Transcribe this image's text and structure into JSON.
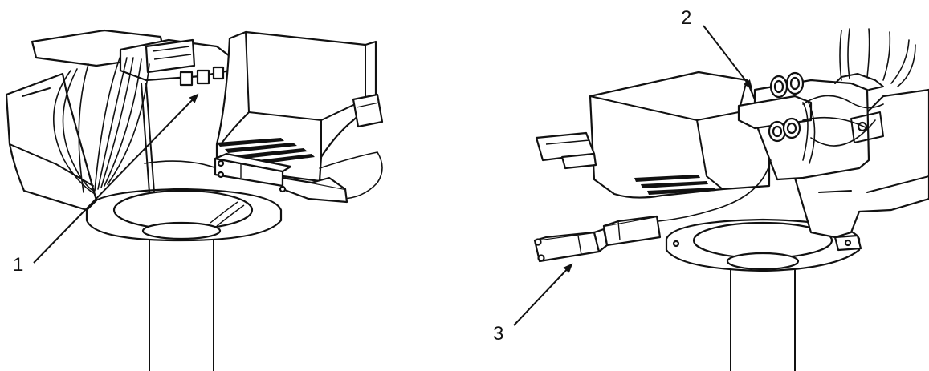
{
  "callouts": [
    {
      "id": "1",
      "label": "1"
    },
    {
      "id": "2",
      "label": "2"
    },
    {
      "id": "3",
      "label": "3"
    }
  ],
  "colors": {
    "line": "#111111",
    "background": "#ffffff"
  },
  "icons": [
    "arrow-head"
  ]
}
